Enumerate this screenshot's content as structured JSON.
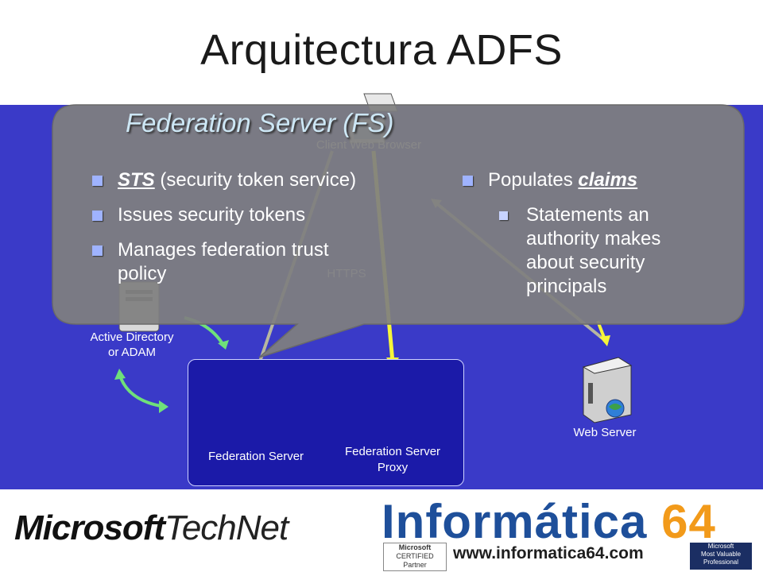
{
  "title": "Arquitectura ADFS",
  "diagram": {
    "client_label": "Client Web Browser",
    "https_label": "HTTPS",
    "ad_label_line1": "Active Directory",
    "ad_label_line2": "or ADAM",
    "fs_label": "Federation Server",
    "fsp_label_line1": "Federation Server",
    "fsp_label_line2": "Proxy",
    "web_label": "Web Server"
  },
  "callout": {
    "heading": "Federation Server (FS)",
    "left_bullets": {
      "b1_term": "STS",
      "b1_rest": " (security token service)",
      "b2": "Issues security tokens",
      "b3_line1": "Manages federation trust",
      "b3_line2": "policy"
    },
    "right_bullets": {
      "b1_pre": "Populates ",
      "b1_term": "claims",
      "sub1_line1": "Statements an",
      "sub1_line2": "authority makes",
      "sub1_line3": "about security",
      "sub1_line4": "principals"
    }
  },
  "footer": {
    "technet_ms": "Microsoft",
    "technet_tn": "TechNet",
    "inf_name": "Informática",
    "inf_num": "64",
    "inf_url": "www.informatica64.com",
    "ms_cert_line1": "Microsoft",
    "ms_cert_line2": "CERTIFIED",
    "ms_cert_line3": "Partner",
    "mvp_line1": "Microsoft",
    "mvp_line2": "Most Valuable",
    "mvp_line3": "Professional"
  },
  "colors": {
    "band": "#3a3ac8",
    "box": "#1b1aa8",
    "callout": "#7f7f7f",
    "arrow_green": "#6fe07a",
    "arrow_yellow": "#f5f53a",
    "arrow_grey": "#b7b7a0"
  }
}
